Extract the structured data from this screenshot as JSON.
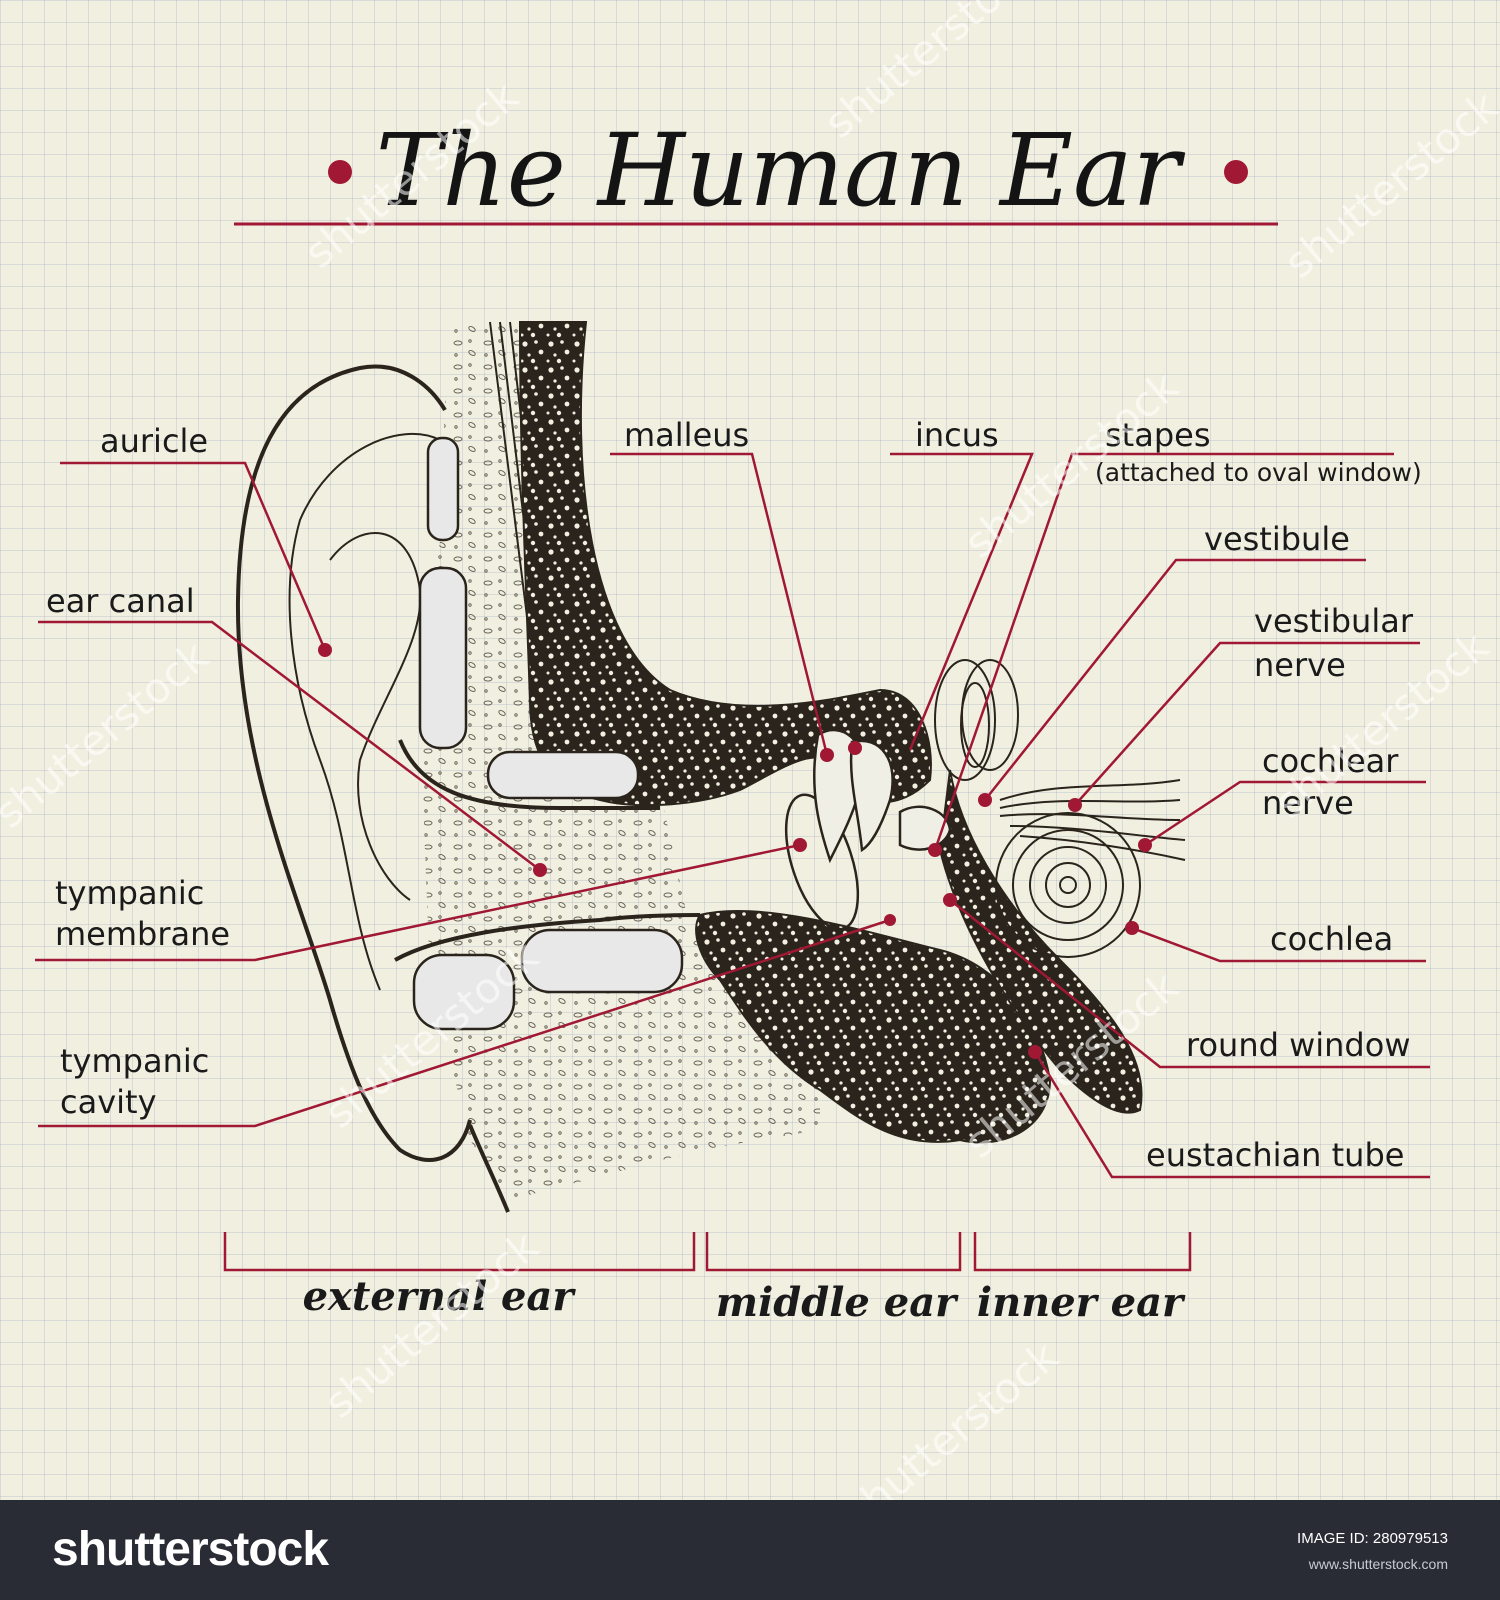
{
  "title": "The Human Ear",
  "labels": {
    "auricle": "auricle",
    "ear_canal": "ear canal",
    "tympanic_membrane_1": "tympanic",
    "tympanic_membrane_2": "membrane",
    "tympanic_cavity_1": "tympanic",
    "tympanic_cavity_2": "cavity",
    "malleus": "malleus",
    "incus": "incus",
    "stapes": "stapes",
    "stapes_note": "(attached to oval window)",
    "vestibule": "vestibule",
    "vestibular_nerve_1": "vestibular",
    "vestibular_nerve_2": "nerve",
    "cochlear_nerve_1": "cochlear",
    "cochlear_nerve_2": "nerve",
    "cochlea": "cochlea",
    "round_window": "round window",
    "eustachian_tube": "eustachian tube"
  },
  "sections": {
    "external": "external ear",
    "middle": "middle ear",
    "inner": "inner ear"
  },
  "colors": {
    "accent": "#a01834",
    "ink": "#2a241c",
    "paper": "#f1f0e0"
  },
  "watermark": "shutterstock",
  "footer": {
    "logo": "shutterstock",
    "image_id_label": "IMAGE ID:",
    "image_id": "280979513",
    "url": "www.shutterstock.com"
  }
}
